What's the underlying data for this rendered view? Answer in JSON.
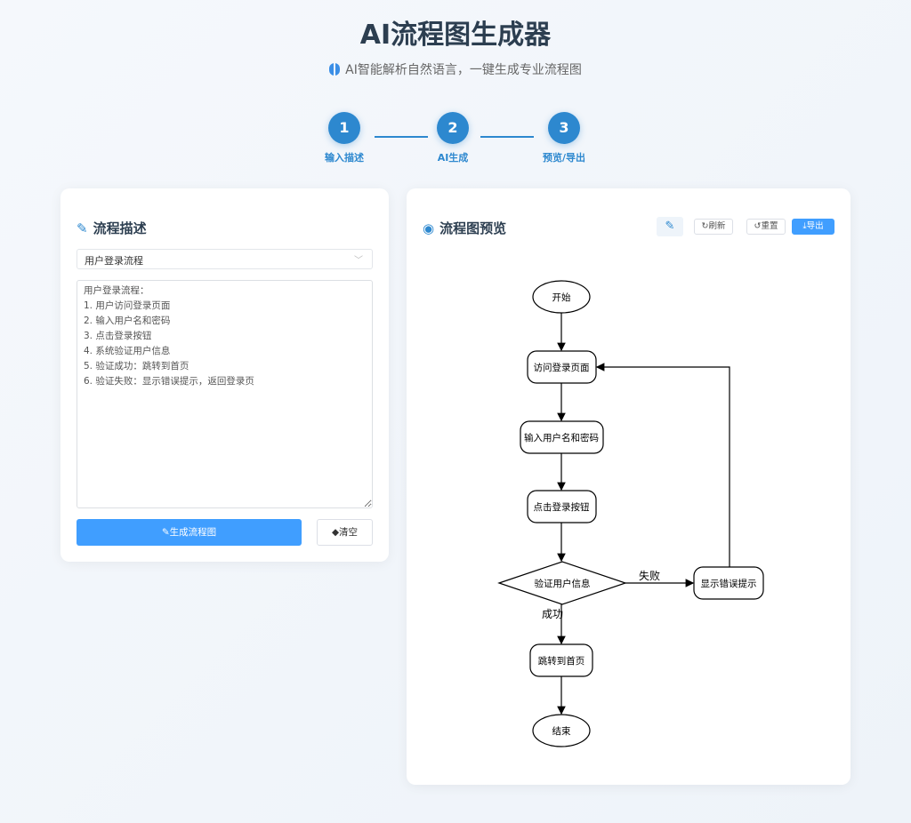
{
  "header": {
    "title": "AI流程图生成器",
    "subtitle": "AI智能解析自然语言，一键生成专业流程图"
  },
  "steps": [
    {
      "num": "1",
      "label": "输入描述"
    },
    {
      "num": "2",
      "label": "AI生成"
    },
    {
      "num": "3",
      "label": "预览/导出"
    }
  ],
  "left": {
    "title": "流程描述",
    "template_select": "用户登录流程",
    "description": "用户登录流程：\n1. 用户访问登录页面\n2. 输入用户名和密码\n3. 点击登录按钮\n4. 系统验证用户信息\n5. 验证成功：跳转到首页\n6. 验证失败：显示错误提示，返回登录页",
    "generate_label": "生成流程图",
    "clear_label": "清空"
  },
  "right": {
    "title": "流程图预览",
    "refresh_label": "刷新",
    "reset_label": "重置",
    "export_label": "导出"
  },
  "flow": {
    "start": "开始",
    "n1": "访问登录页面",
    "n2": "输入用户名和密码",
    "n3": "点击登录按钮",
    "decision": "验证用户信息",
    "error": "显示错误提示",
    "success_node": "跳转到首页",
    "end": "结束",
    "fail_label": "失败",
    "success_label": "成功"
  },
  "colors": {
    "accent": "#2d88cf",
    "button": "#409eff"
  }
}
